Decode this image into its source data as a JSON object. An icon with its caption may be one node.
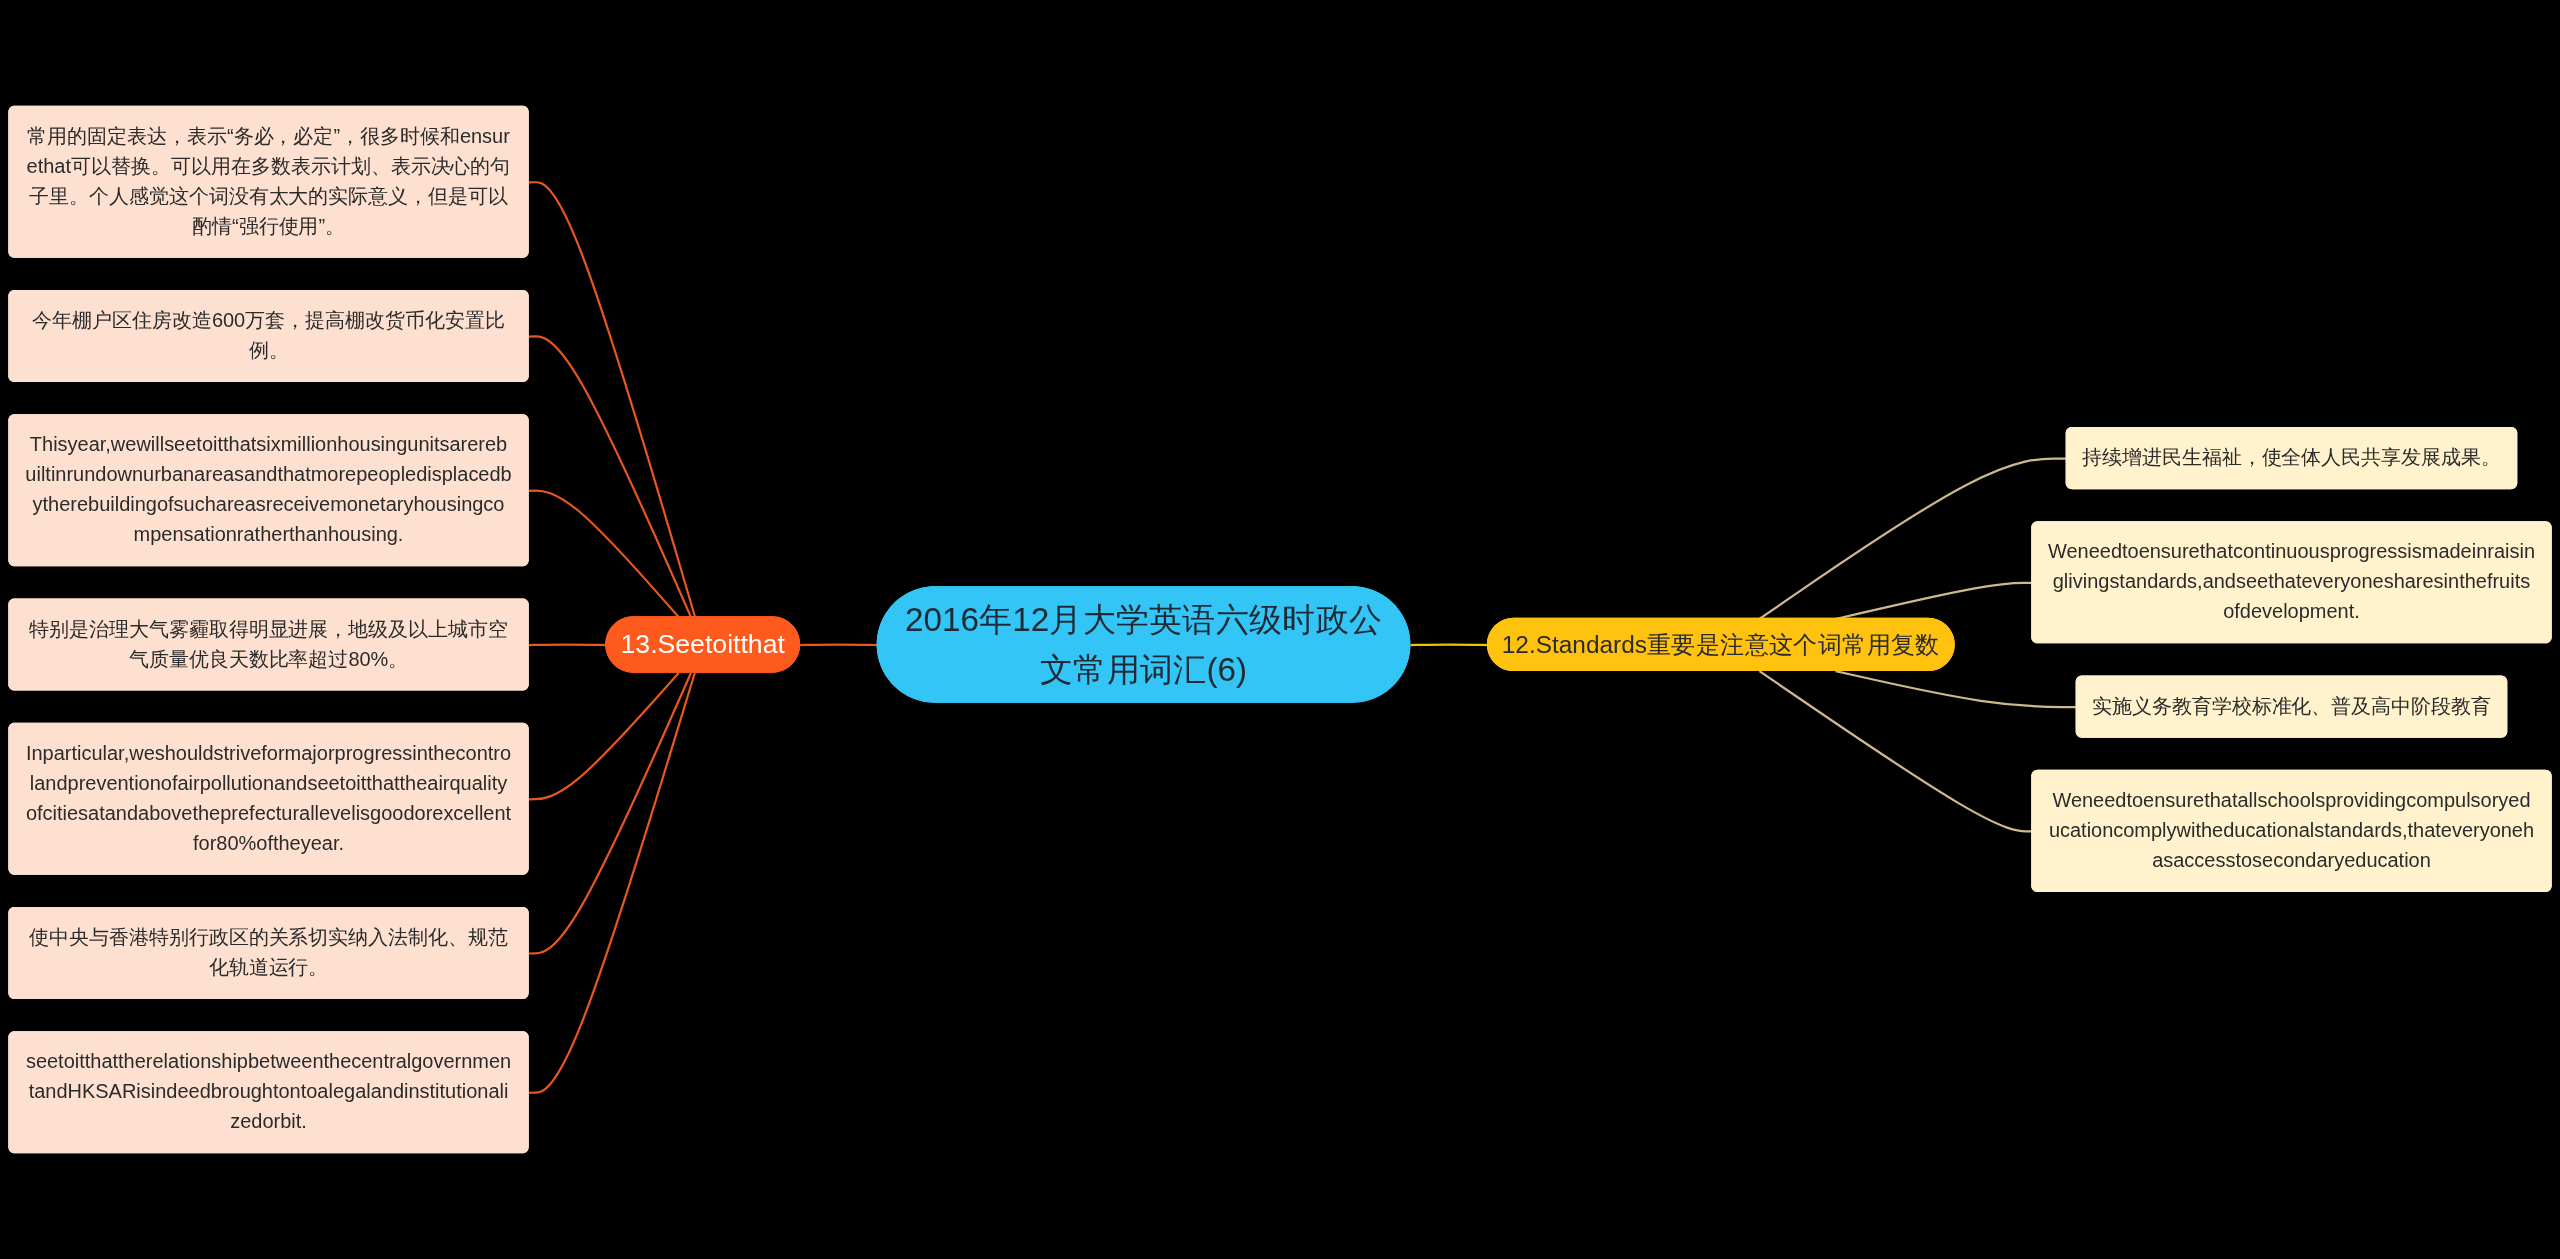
{
  "diagram": {
    "nodes": [
      {
        "text": [
          "2016年12月大学英语六级时政公文常用词汇(6)"
        ]
      },
      {
        "text": [
          "13.Seetoitthat"
        ]
      },
      {
        "text": [
          "常用的固定表达，表示“务必，必定”，很多时候和ensurethat可以替换。可以用在多数表示计划、表示决心的句子里。个人感觉这个词没有太大的实际意义，但是可以酌情“强行使用”。"
        ]
      },
      {
        "text": [
          "今年棚户区住房改造600万套，提高棚改货币化安置比例。"
        ]
      },
      {
        "text": [
          "Thisyear,wewillseetoitthatsixmillionhousingunitsarerebuiltinrundownurbanareasandthatmorepeopledisplacedbytherebuildingofsuchareasreceivemonetaryhousingcompensationratherthanhousing."
        ]
      },
      {
        "text": [
          "特别是治理大气雾霾取得明显进展，地级及以上城市空气质量优良天数比率超过80%。"
        ]
      },
      {
        "text": [
          "Inparticular,weshouldstriveformajorprogressinthecontrolandpreventionofairpollutionandseetoitthattheairqualityofcitiesatandabovetheprefecturallevelisgoodorexcellentfor80%oftheyear."
        ]
      },
      {
        "text": [
          "使中央与香港特别行政区的关系切实纳入法制化、规范化轨道运行。"
        ]
      },
      {
        "text": [
          "seetoitthattherelationshipbetweenthecentralgovernmentandHKSARisindeedbroughtontoalegalandinstitutionalizedorbit."
        ]
      },
      {
        "text": [
          "12.Standards重要是注意这个词常用复数"
        ]
      },
      {
        "text": [
          "持续增进民生福祉，使全体人民共享发展成果。"
        ]
      },
      {
        "text": [
          "Weneedtoensurethatcontinuousprogressismadeinraisinglivingstandards,andseethateveryonesharesinthefruitsofdevelopment."
        ]
      },
      {
        "text": [
          "实施义务教育学校标准化、普及高中阶段教育"
        ]
      },
      {
        "text": [
          "Weneedtoensurethatallschoolsprovidingcompulsoryeducationcomplywitheducationalstandards,thateveryonehasaccesstosecondaryeducation"
        ]
      }
    ],
    "edges": [
      {
        "from": 0,
        "to": 1,
        "arrow": "none"
      },
      {
        "from": 1,
        "to": 2,
        "arrow": "none"
      },
      {
        "from": 1,
        "to": 3,
        "arrow": "none"
      },
      {
        "from": 1,
        "to": 4,
        "arrow": "none"
      },
      {
        "from": 1,
        "to": 5,
        "arrow": "none"
      },
      {
        "from": 1,
        "to": 6,
        "arrow": "none"
      },
      {
        "from": 1,
        "to": 7,
        "arrow": "none"
      },
      {
        "from": 1,
        "to": 8,
        "arrow": "none"
      },
      {
        "from": 0,
        "to": 9,
        "arrow": "none",
        "color": "#f2c200"
      },
      {
        "from": 9,
        "to": 10,
        "arrow": "none",
        "color": "#cdb98a"
      },
      {
        "from": 9,
        "to": 11,
        "arrow": "none",
        "color": "#cdb98a"
      },
      {
        "from": 9,
        "to": 12,
        "arrow": "none",
        "color": "#cdb98a"
      },
      {
        "from": 9,
        "to": 13,
        "arrow": "none",
        "color": "#cdb98a"
      }
    ]
  }
}
